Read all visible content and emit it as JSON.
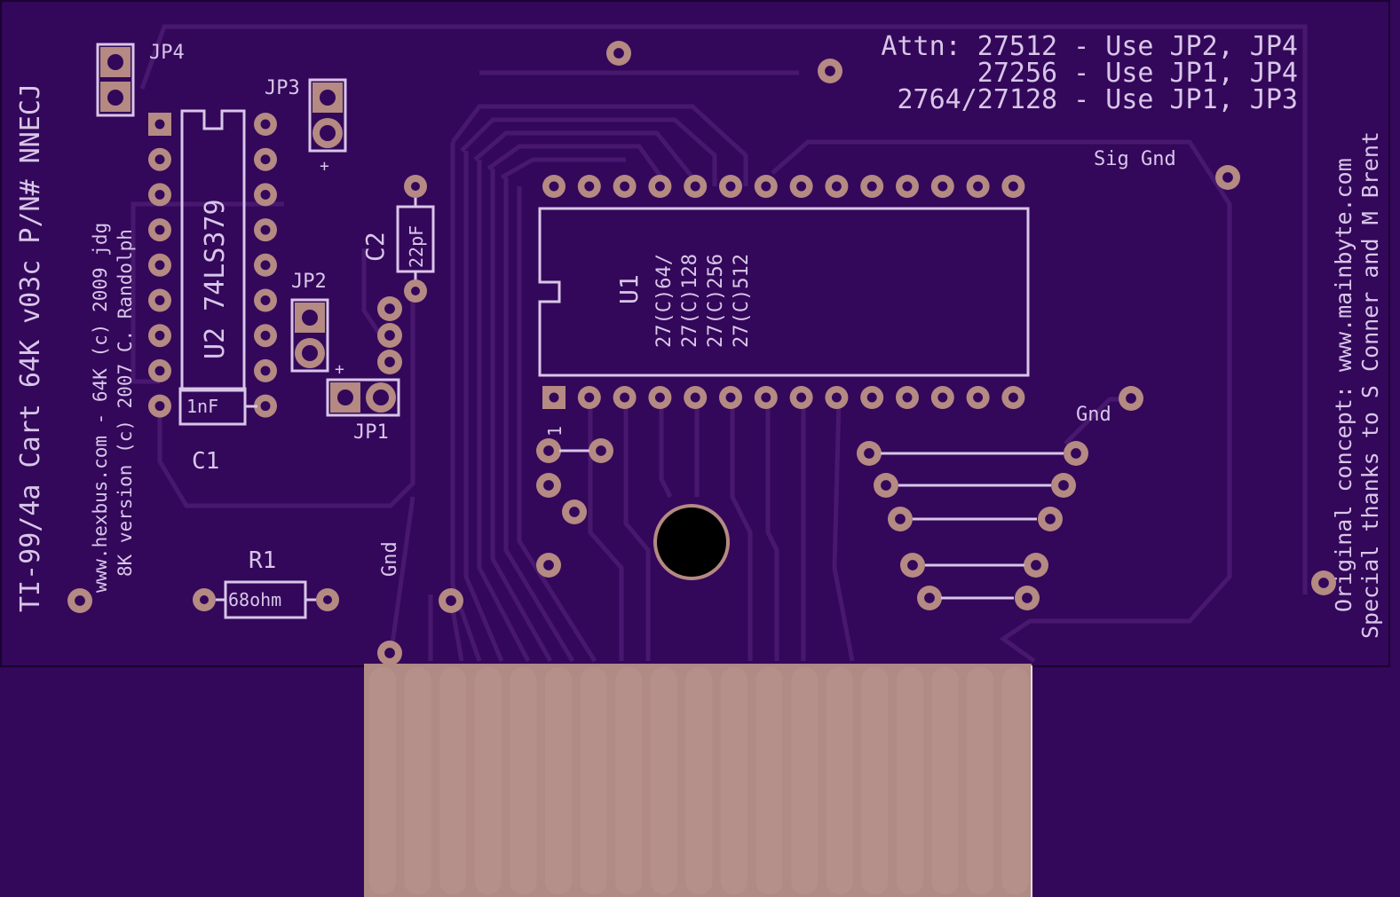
{
  "board_title": "TI-99/4a Cart 64K v03c P/N# NNECJ",
  "credit_line_1": "www.hexbus.com - 64K (c) 2009 jdg",
  "credit_line_2": "8K version (c) 2007 C. Randolph",
  "attn": {
    "line1": "Attn: 27512 - Use JP2, JP4",
    "line2": "27256 - Use JP1, JP4",
    "line3": "2764/27128 - Use JP1, JP3"
  },
  "right_line_1": "Original concept: www.mainbyte.com",
  "right_line_2": "Special thanks to S Conner and M Brent",
  "labels": {
    "jp1": "JP1",
    "jp2": "JP2",
    "jp3": "JP3",
    "jp4": "JP4",
    "plus": "+",
    "c1": "C1",
    "c2": "C2",
    "c1_value": "1nF",
    "c2_value": "22pF",
    "r1": "R1",
    "r1_value": "68ohm",
    "u2": "U2 74LS379",
    "u1": "U1",
    "u1_parts": [
      "27(C)64/",
      "27(C)128",
      "27(C)256",
      "27(C)512"
    ],
    "sig_gnd": "Sig Gnd",
    "gnd_right": "Gnd",
    "gnd_left": "Gnd",
    "pin1": "1"
  },
  "colors": {
    "board": "#33075a",
    "silkscreen": "#d8c6e8",
    "copper_pad": "#b48a82",
    "trace": "#48186f",
    "edge_connector": "#b08a85"
  }
}
